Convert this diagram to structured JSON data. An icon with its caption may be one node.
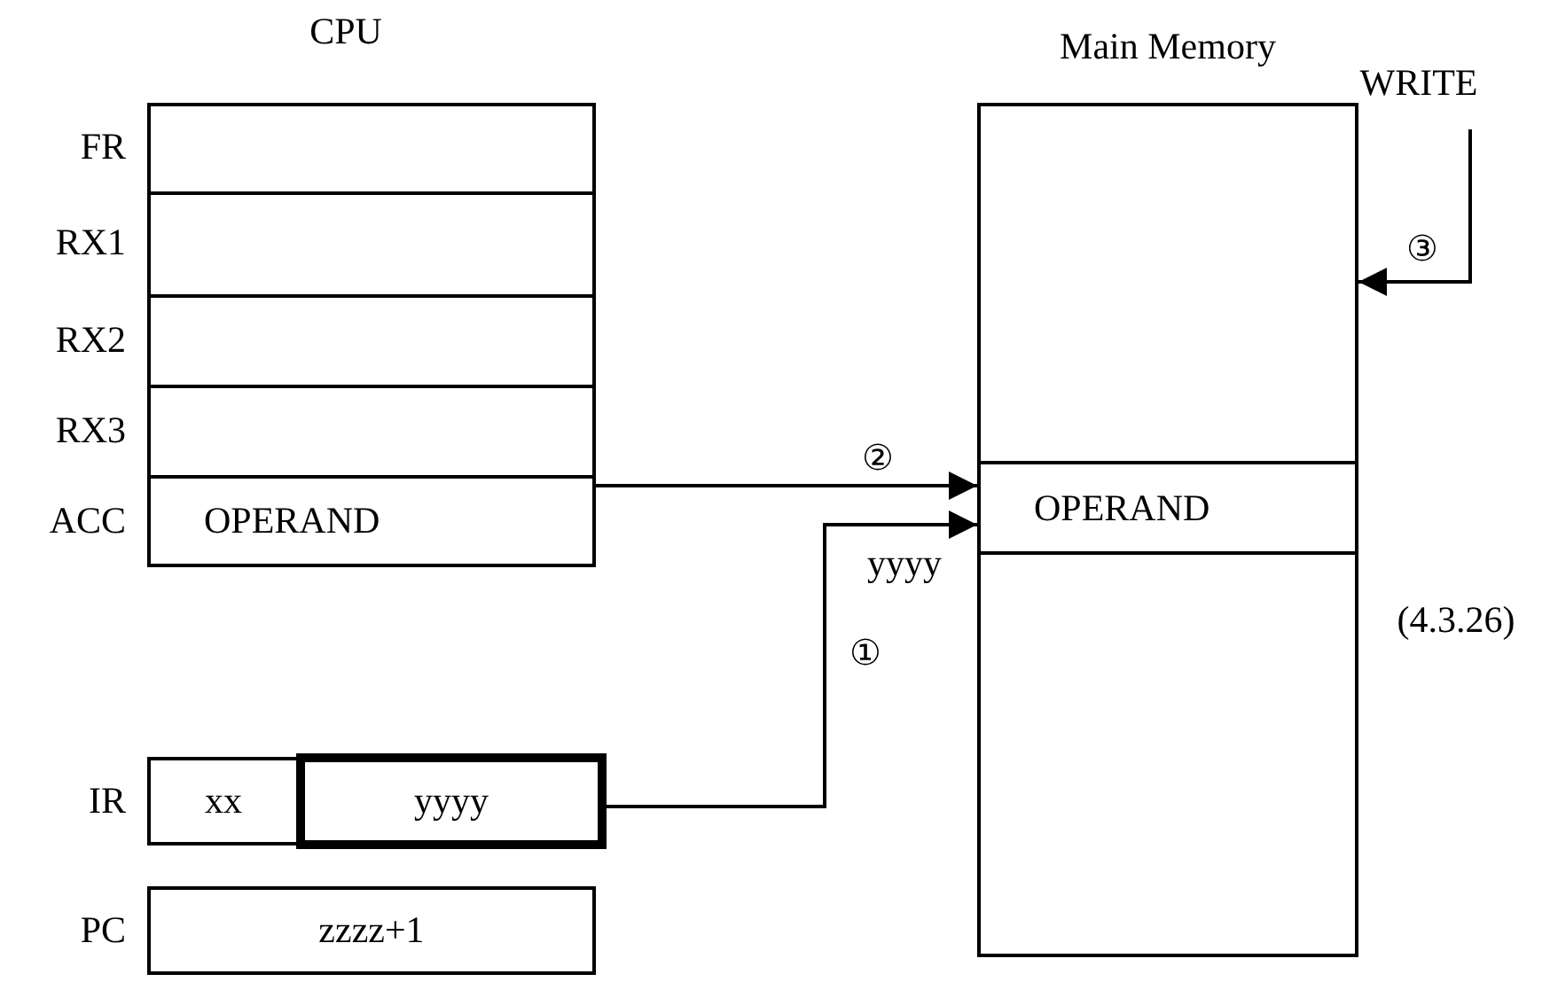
{
  "diagram": {
    "nodes": [
      {
        "text": [],
        "shape": "box",
        "beside": [
          "FR"
        ]
      },
      {
        "text": [],
        "shape": "box",
        "beside": [
          "RX1"
        ]
      },
      {
        "text": [],
        "shape": "box",
        "beside": [
          "RX2"
        ]
      },
      {
        "text": [],
        "shape": "box",
        "beside": [
          "RX3"
        ]
      },
      {
        "text": [
          "OPERAND"
        ],
        "beside": [
          "ACC"
        ]
      },
      {
        "text": [
          "xx"
        ],
        "beside": [
          "IR"
        ]
      },
      {
        "text": [
          "yyyy"
        ]
      },
      {
        "text": [
          "zzzz+1"
        ],
        "beside": [
          "PC"
        ]
      },
      {
        "text": [
          "Main Memory"
        ]
      },
      {
        "text": [
          "OPERAND"
        ],
        "in": 8
      },
      {
        "text": [
          "WRITE"
        ]
      }
    ],
    "edges": [
      {
        "from": 4,
        "to": 9,
        "arrow": "to",
        "label": "②"
      },
      {
        "from": 6,
        "to": 9,
        "arrow": "to",
        "label": "①"
      },
      {
        "from": 10,
        "to": 8,
        "arrow": "to",
        "label": "③"
      }
    ],
    "labels": [
      "CPU",
      "yyyy",
      "(4.3.26)"
    ]
  }
}
